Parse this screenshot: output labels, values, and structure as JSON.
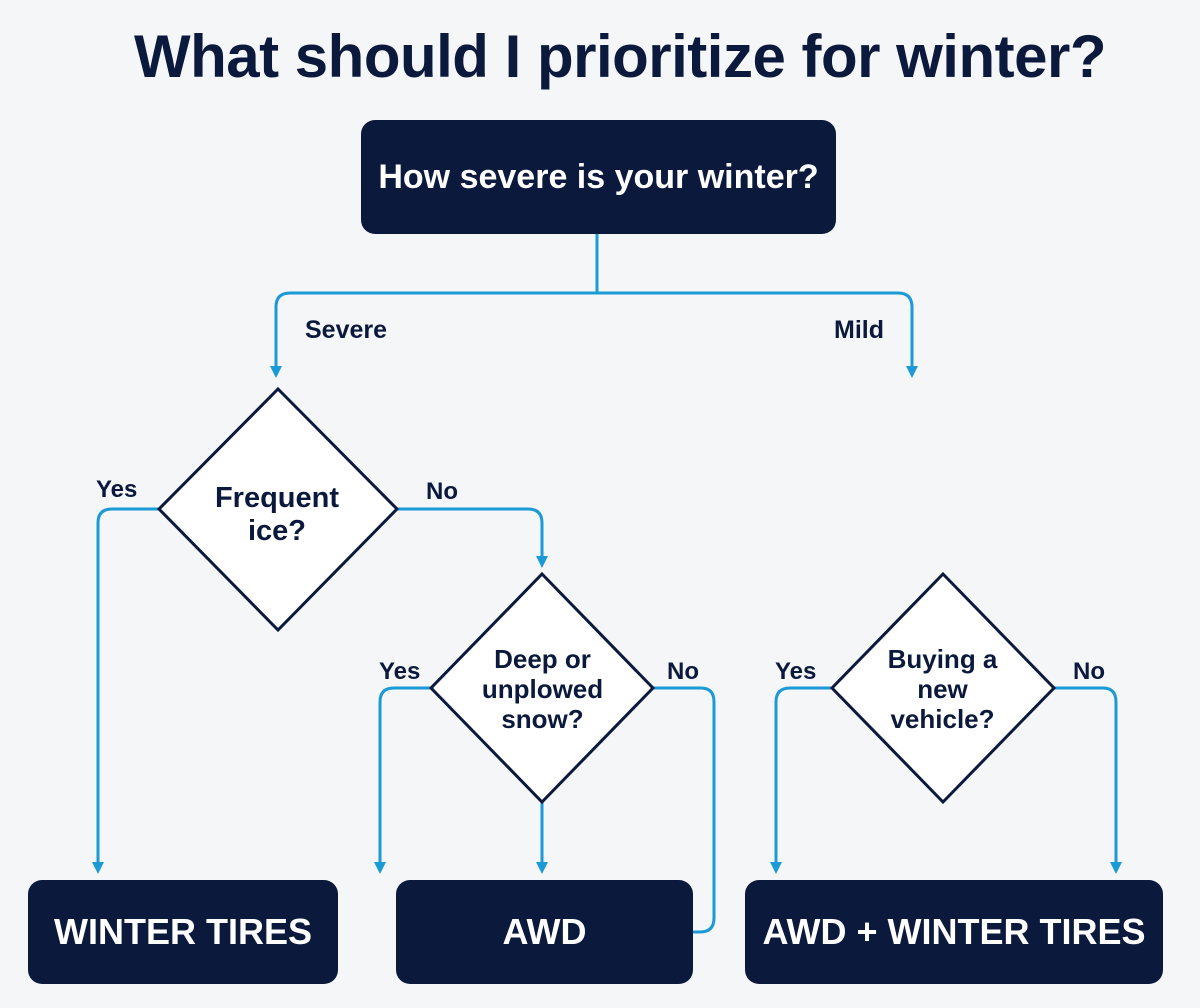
{
  "title": "What should I prioritize for winter?",
  "start_question": "How severe is your winter?",
  "branches": {
    "severe": "Severe",
    "mild": "Mild"
  },
  "decisions": {
    "frequent_ice": {
      "line1": "Frequent",
      "line2": "ice?",
      "yes": "Yes",
      "no": "No"
    },
    "deep_snow": {
      "line1": "Deep or",
      "line2": "unplowed",
      "line3": "snow?",
      "yes": "Yes",
      "no": "No"
    },
    "buying_vehicle": {
      "line1": "Buying a",
      "line2": "new",
      "line3": "vehicle?",
      "yes": "Yes",
      "no": "No"
    }
  },
  "results": {
    "winter_tires": "WINTER TIRES",
    "awd": "AWD",
    "awd_winter_tires": "AWD + WINTER TIRES"
  },
  "colors": {
    "navy": "#0b1a3c",
    "connector": "#1c9ad6",
    "background": "#f5f6f8"
  }
}
